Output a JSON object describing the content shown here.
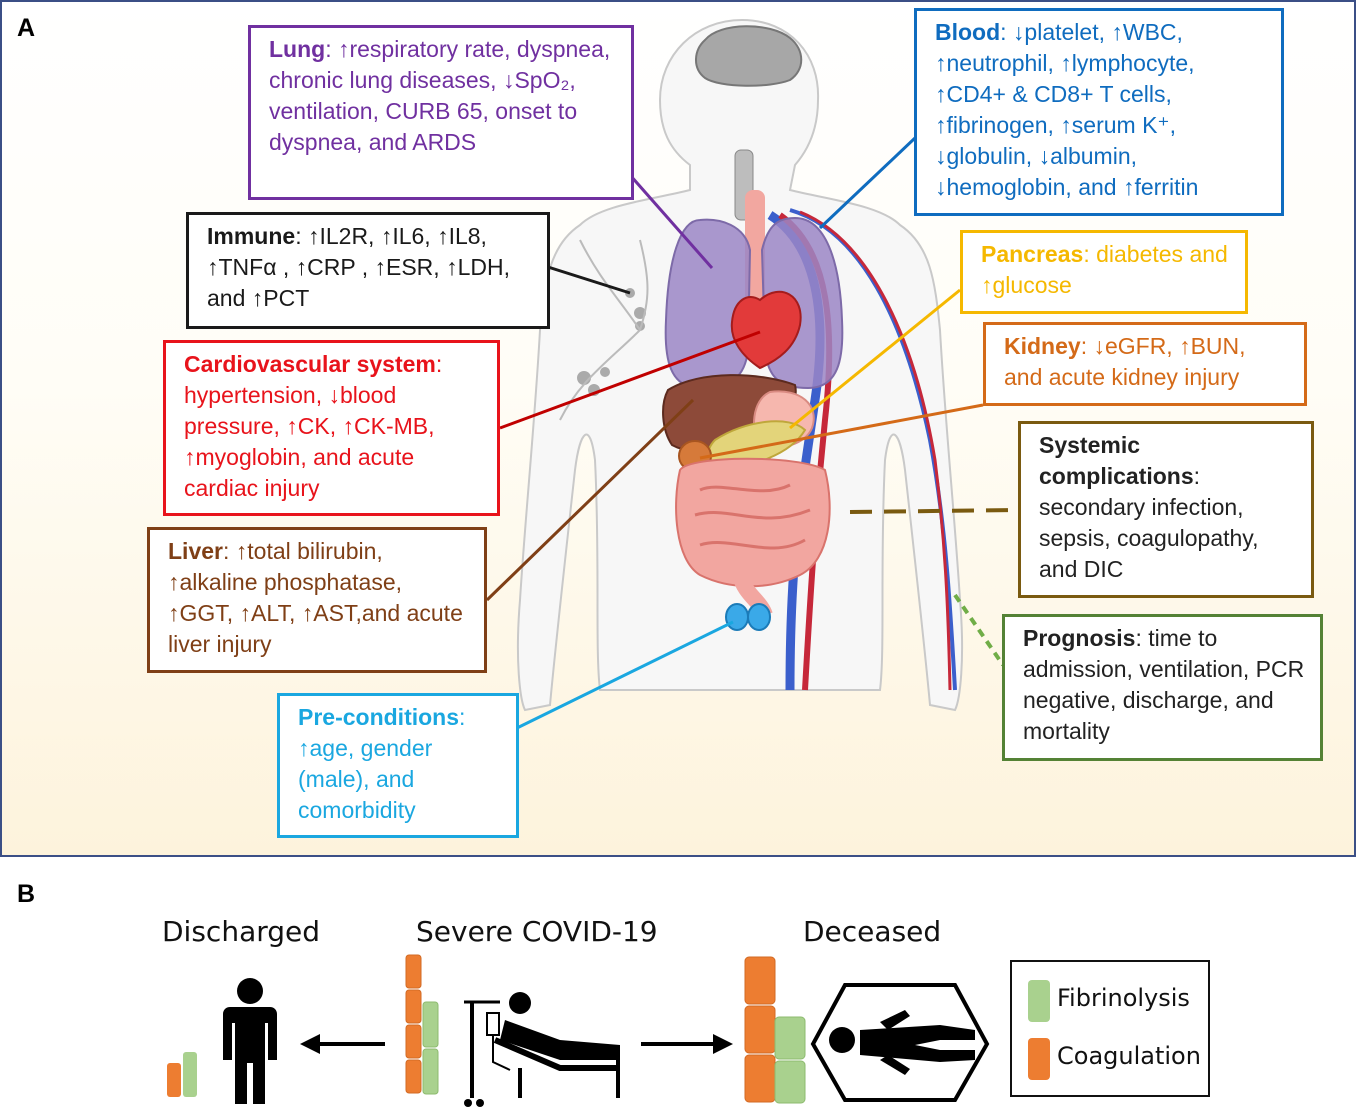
{
  "panel_labels": {
    "a": "A",
    "b": "B"
  },
  "boxes": {
    "lung": {
      "title": "Lung",
      "text": ": ↑respiratory rate, dyspnea, chronic lung diseases, ↓SpO₂, ventilation, CURB 65, onset to dyspnea, and ARDS",
      "color": "#7030a0"
    },
    "blood": {
      "title": "Blood",
      "text": ": ↓platelet, ↑WBC, ↑neutrophil, ↑lymphocyte, ↑CD4+ & CD8+ T cells, ↑fibrinogen, ↑serum K⁺, ↓globulin, ↓albumin, ↓hemoglobin, and ↑ferritin",
      "color": "#0f6cbf"
    },
    "immune": {
      "title": "Immune",
      "text": ": ↑IL2R, ↑IL6, ↑IL8, ↑TNFα , ↑CRP , ↑ESR, ↑LDH, and ↑PCT",
      "color": "#1a1a1a"
    },
    "pancreas": {
      "title": "Pancreas",
      "text": ": diabetes and ↑glucose",
      "color": "#f5b800"
    },
    "cardio": {
      "title": "Cardiovascular system",
      "text": ": hypertension, ↓blood pressure, ↑CK, ↑CK-MB, ↑myoglobin, and acute cardiac injury",
      "color": "#e8131b"
    },
    "kidney": {
      "title": "Kidney",
      "text": ": ↓eGFR, ↑BUN, and acute kidney injury",
      "color": "#d46a18"
    },
    "systemic": {
      "title": "Systemic complications",
      "text": ": secondary infection, sepsis, coagulopathy, and DIC",
      "color": "#7a5a10",
      "text_color": "#222222"
    },
    "liver": {
      "title": "Liver",
      "text": ": ↑total bilirubin, ↑alkaline phosphatase, ↑GGT, ↑ALT, ↑AST,and acute liver injury",
      "color": "#7f3f16"
    },
    "prognosis": {
      "title": "Prognosis",
      "text": ": time to admission, ventilation, PCR negative, discharge, and mortality",
      "color": "#548235",
      "text_color": "#222222"
    },
    "preconditions": {
      "title": "Pre-conditions",
      "text": ": ↑age, gender (male), and comorbidity",
      "color": "#1aa7e0"
    }
  },
  "panel_b": {
    "discharged": "Discharged",
    "severe": "Severe COVID-19",
    "deceased": "Deceased",
    "legend": [
      {
        "label": "Fibrinolysis",
        "color": "#a9d18e"
      },
      {
        "label": "Coagulation",
        "color": "#ed7d31"
      }
    ]
  }
}
